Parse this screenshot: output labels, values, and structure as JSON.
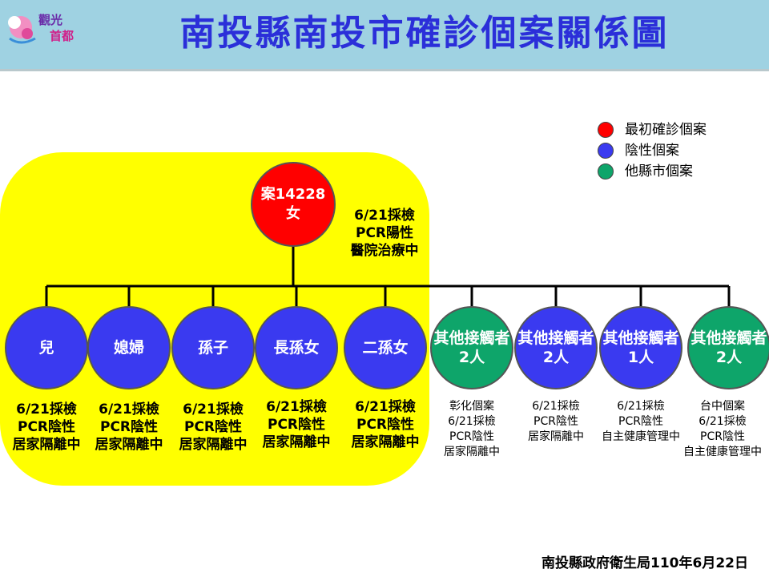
{
  "header": {
    "title": "南投縣南投市確診個案關係圖",
    "logo_text_1": "觀光",
    "logo_text_2": "首都"
  },
  "legend": [
    {
      "label": "最初確診個案",
      "color": "#ff0000"
    },
    {
      "label": "陰性個案",
      "color": "#3a3af0"
    },
    {
      "label": "他縣市個案",
      "color": "#0ea56a"
    }
  ],
  "root": {
    "line1": "案14228",
    "line2": "女",
    "note": [
      "6/21採檢",
      "PCR陽性",
      "醫院治療中"
    ]
  },
  "nodes": [
    {
      "line1": "兒",
      "line2": "",
      "note": [
        "6/21採檢",
        "PCR陰性",
        "居家隔離中"
      ]
    },
    {
      "line1": "媳婦",
      "line2": "",
      "note": [
        "6/21採檢",
        "PCR陰性",
        "居家隔離中"
      ]
    },
    {
      "line1": "孫子",
      "line2": "",
      "note": [
        "6/21採檢",
        "PCR陰性",
        "居家隔離中"
      ]
    },
    {
      "line1": "長孫女",
      "line2": "",
      "note": [
        "6/21採檢",
        "PCR陰性",
        "居家隔離中"
      ]
    },
    {
      "line1": "二孫女",
      "line2": "",
      "note": [
        "6/21採檢",
        "PCR陰性",
        "居家隔離中"
      ]
    },
    {
      "line1": "其他接觸者",
      "line2": "2人",
      "note": [
        "彰化個案",
        "6/21採檢",
        "PCR陰性",
        "居家隔離中"
      ]
    },
    {
      "line1": "其他接觸者",
      "line2": "2人",
      "note": [
        "6/21採檢",
        "PCR陰性",
        "居家隔離中"
      ]
    },
    {
      "line1": "其他接觸者",
      "line2": "1人",
      "note": [
        "6/21採檢",
        "PCR陰性",
        "自主健康管理中"
      ]
    },
    {
      "line1": "其他接觸者",
      "line2": "2人",
      "note": [
        "台中個案",
        "6/21採檢",
        "PCR陰性",
        "自主健康管理中"
      ]
    }
  ],
  "footer": "南投縣政府衛生局110年6月22日"
}
